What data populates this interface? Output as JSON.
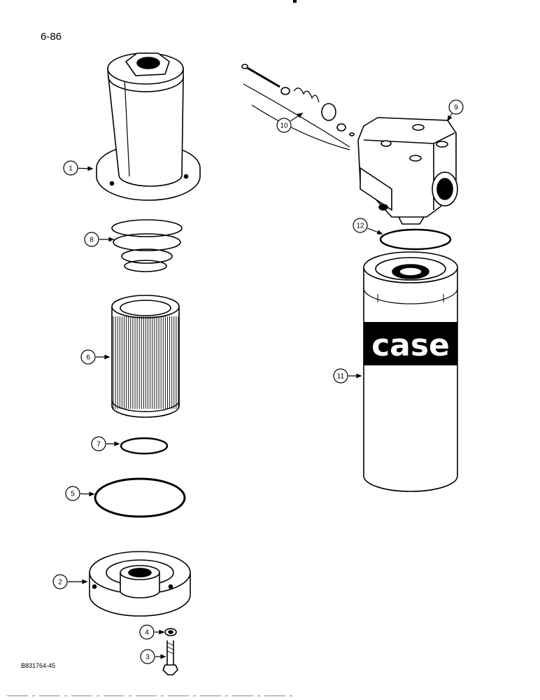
{
  "page": {
    "page_number": "6-86",
    "figure_code": "B831764-45",
    "filter_brand": "case"
  },
  "callouts": [
    {
      "number": "1",
      "part": "filter-housing"
    },
    {
      "number": "2",
      "part": "filter-base"
    },
    {
      "number": "3",
      "part": "bolt"
    },
    {
      "number": "4",
      "part": "washer"
    },
    {
      "number": "5",
      "part": "o-ring-large"
    },
    {
      "number": "6",
      "part": "filter-element"
    },
    {
      "number": "7",
      "part": "o-ring-small"
    },
    {
      "number": "8",
      "part": "spring"
    },
    {
      "number": "9",
      "part": "filter-head"
    },
    {
      "number": "10",
      "part": "relief-valve-parts"
    },
    {
      "number": "11",
      "part": "spin-on-filter"
    },
    {
      "number": "12",
      "part": "filter-seal-ring"
    }
  ],
  "colors": {
    "ink": "#000000",
    "paper": "#ffffff"
  }
}
